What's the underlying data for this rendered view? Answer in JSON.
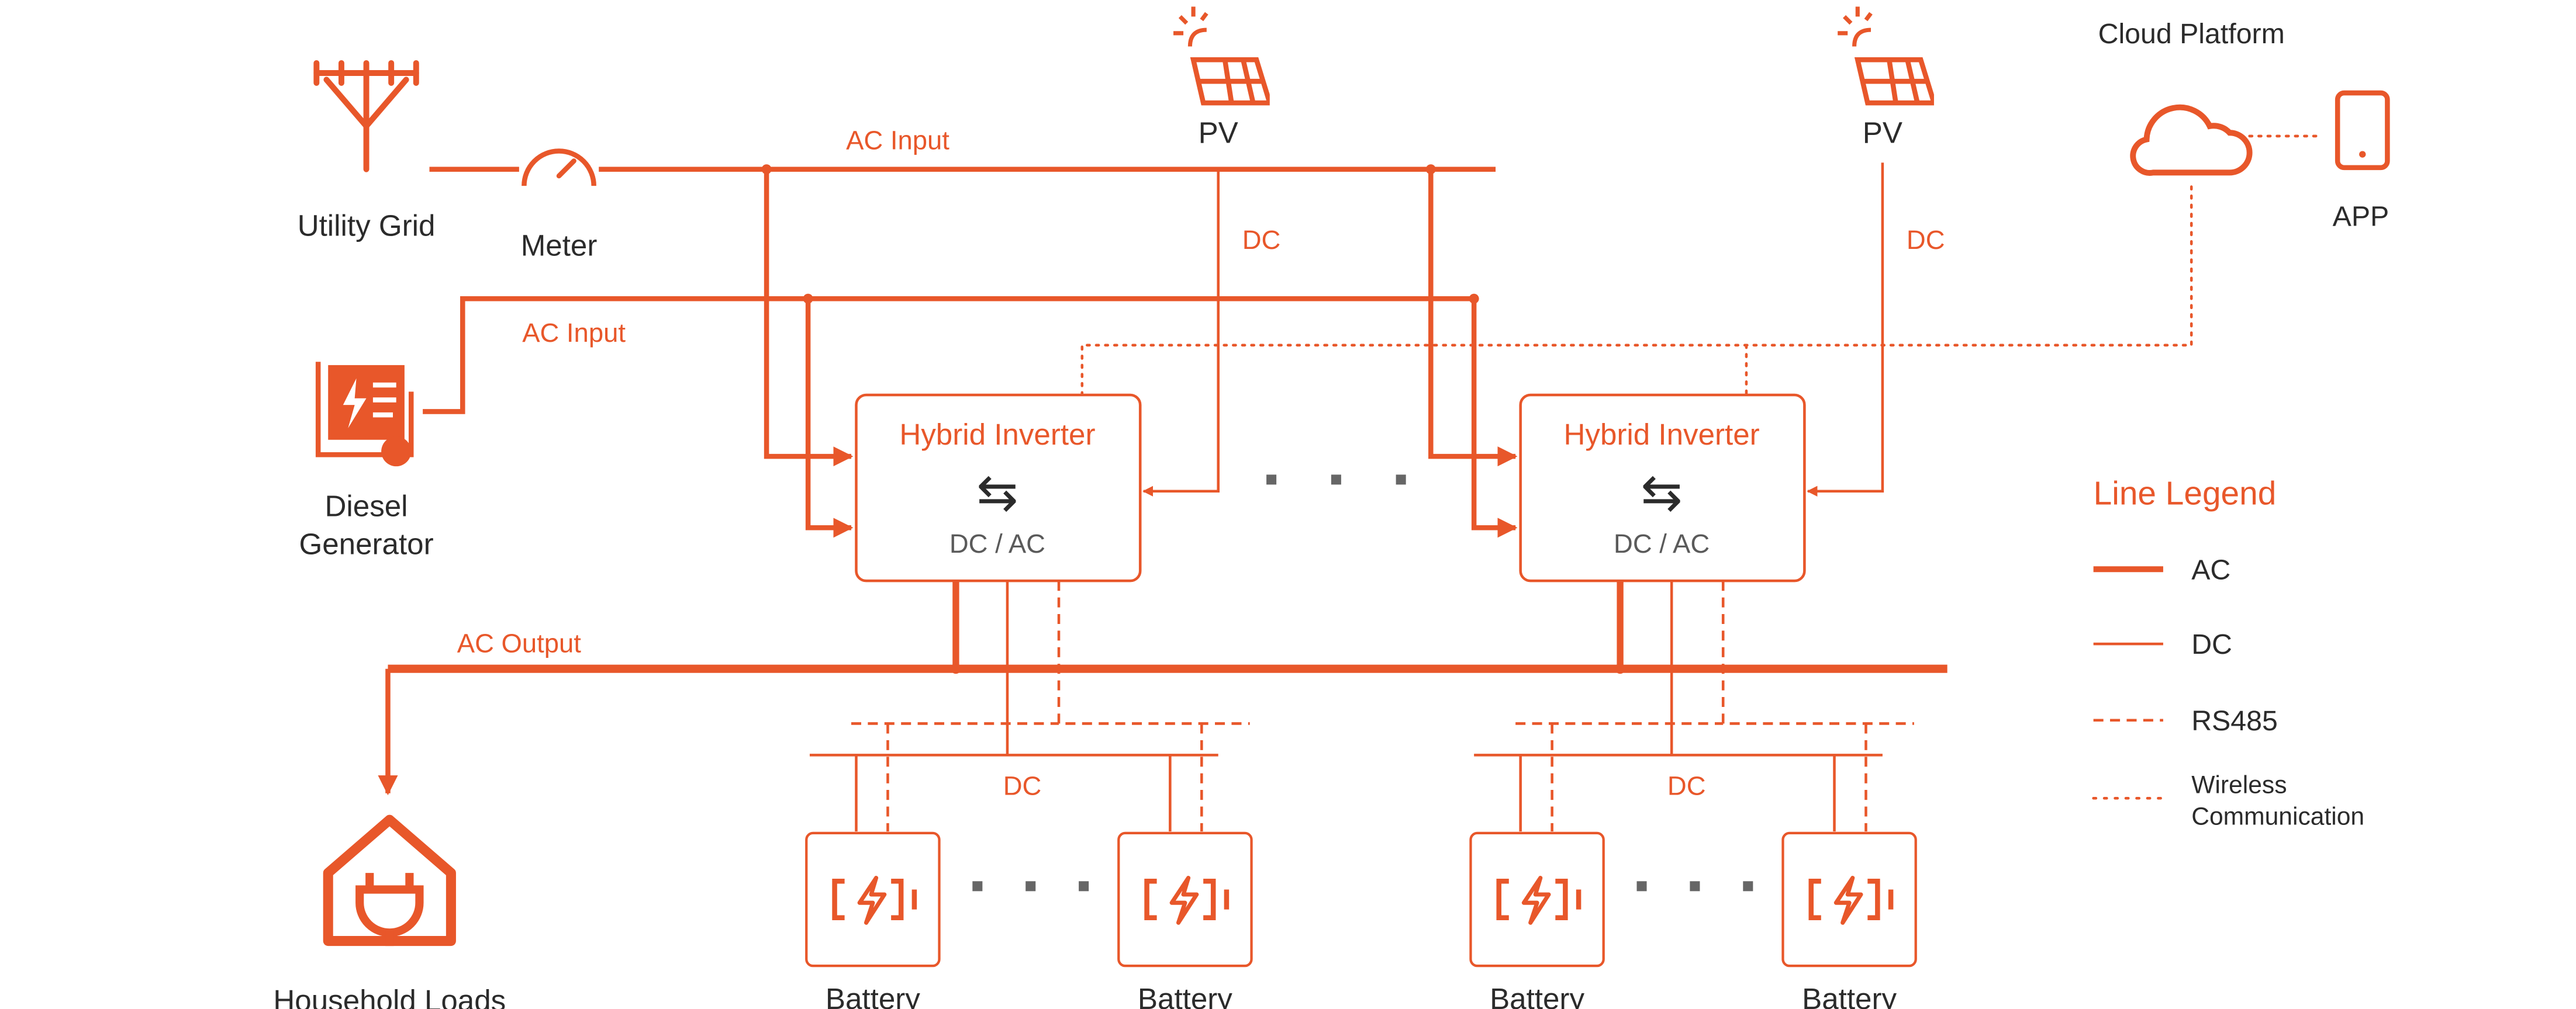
{
  "colors": {
    "accent": "#e8572a",
    "text": "#2b2b2b",
    "muted": "#5a5a5a"
  },
  "nodes": {
    "utility_grid": "Utility Grid",
    "meter": "Meter",
    "pv": "PV",
    "cloud_platform": "Cloud Platform",
    "app": "APP",
    "diesel_generator_line1": "Diesel",
    "diesel_generator_line2": "Generator",
    "household_loads": "Household Loads",
    "battery": "Battery"
  },
  "inverter": {
    "title": "Hybrid Inverter",
    "subtitle": "DC / AC",
    "symbol": "⇆"
  },
  "line_labels": {
    "ac_input": "AC Input",
    "dc": "DC",
    "ac_output": "AC Output"
  },
  "legend": {
    "title": "Line Legend",
    "items": [
      {
        "label": "AC",
        "style": "thick-solid"
      },
      {
        "label": "DC",
        "style": "thin-solid"
      },
      {
        "label": "RS485",
        "style": "dashed"
      },
      {
        "label": "Wireless\nCommunication",
        "style": "dotted"
      }
    ],
    "wireless_line1": "Wireless",
    "wireless_line2": "Communication"
  },
  "icons": [
    "utility-pole-icon",
    "meter-icon",
    "solar-panel-icon",
    "cloud-icon",
    "phone-icon",
    "generator-icon",
    "house-plug-icon",
    "battery-icon"
  ]
}
